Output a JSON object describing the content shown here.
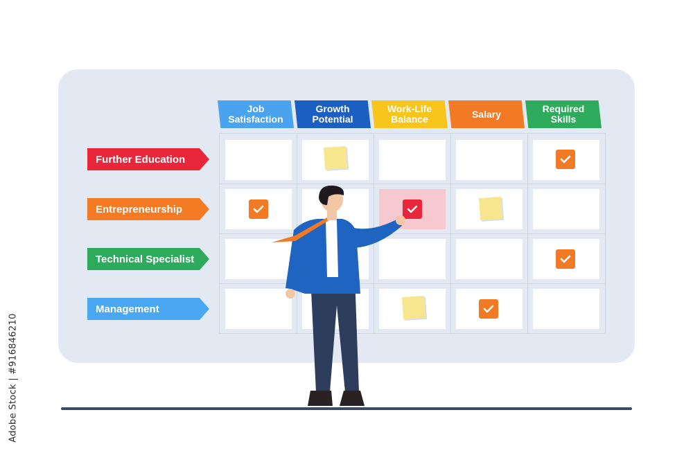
{
  "columns": [
    {
      "label": "Job\nSatisfaction",
      "color": "#4aa3ee"
    },
    {
      "label": "Growth\nPotential",
      "color": "#1a5fc1"
    },
    {
      "label": "Work-Life\nBalance",
      "color": "#f7c51c"
    },
    {
      "label": "Salary",
      "color": "#f37a25"
    },
    {
      "label": "Required\nSkills",
      "color": "#2eaa5c"
    }
  ],
  "rows": [
    {
      "label": "Further Education",
      "color": "#e8283a"
    },
    {
      "label": "Entrepreneurship",
      "color": "#f47a24"
    },
    {
      "label": "Technical Specialist",
      "color": "#2eaa5c"
    },
    {
      "label": "Management",
      "color": "#4aa8f2"
    }
  ],
  "marks": {
    "orange_check_color": "#f37a25",
    "red_check_color": "#e8283a",
    "sticky_note_color": "#f8e68f",
    "highlight_color": "#f6c8cf"
  },
  "watermark": "Adobe Stock | #916846210",
  "scene": {
    "character": "businessman-pointing",
    "suit_color": "#1f64c0",
    "tie_color": "#f37a25",
    "trousers_color": "#2c3e5c"
  }
}
